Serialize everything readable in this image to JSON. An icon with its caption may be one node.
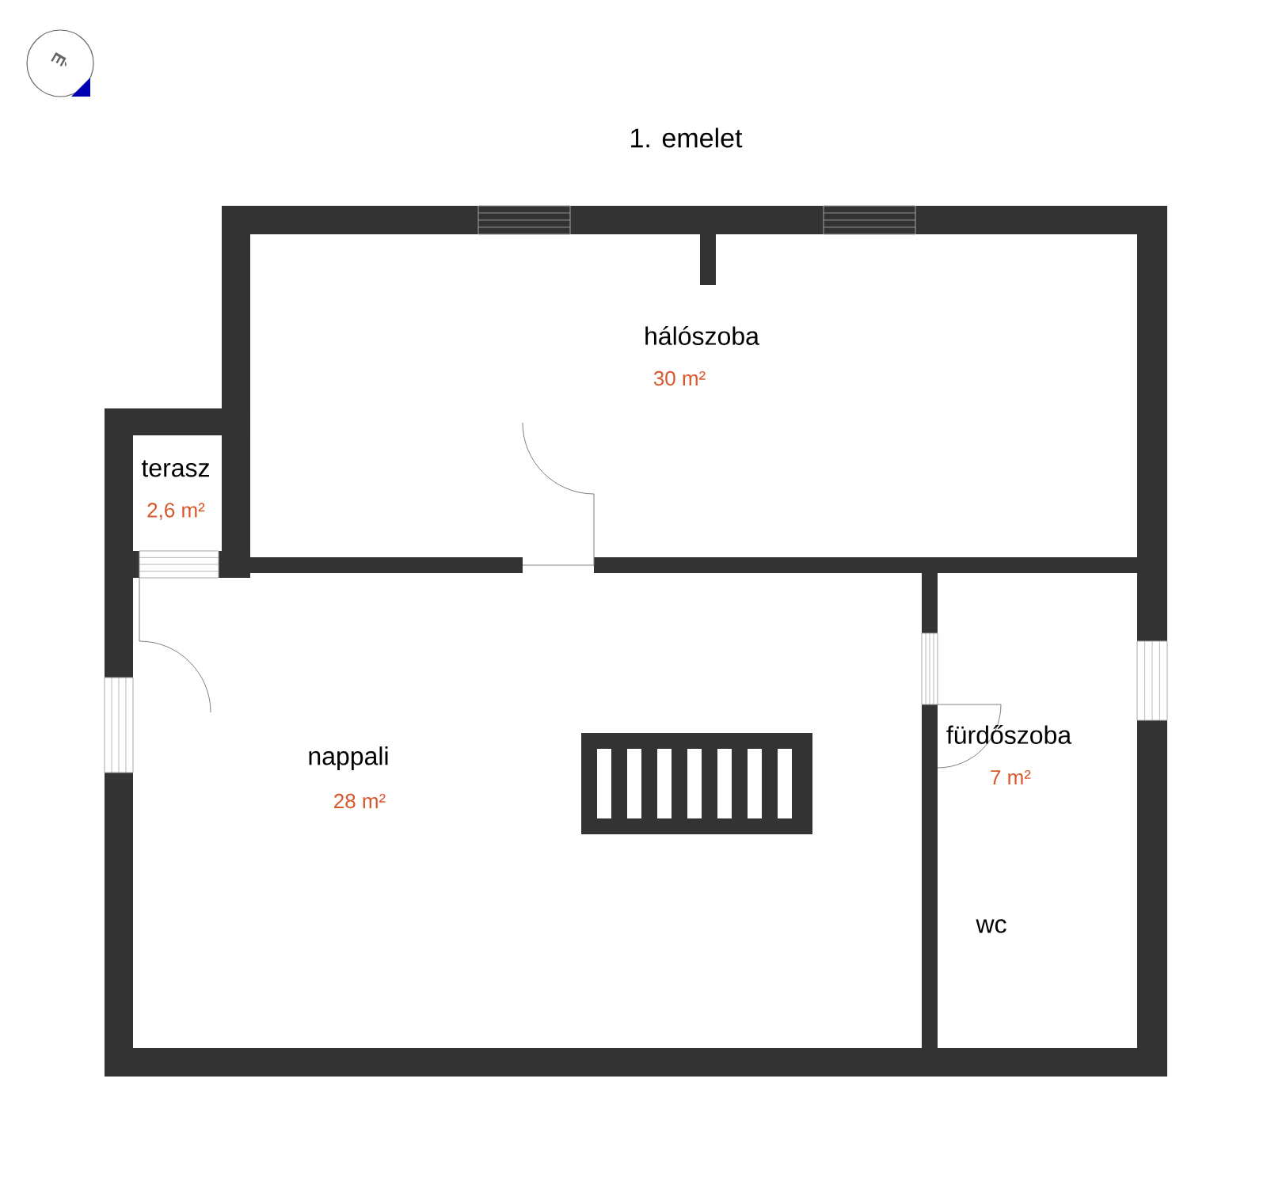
{
  "diagram": {
    "title": "1. emelet",
    "nodes": [
      {
        "text": [
          "hálószoba",
          "30 m²"
        ]
      },
      {
        "text": [
          "terasz",
          "2,6 m²"
        ]
      },
      {
        "text": [
          "nappali",
          "28 m²"
        ]
      },
      {
        "text": [
          "fürdőszoba",
          "7 m²",
          "wc"
        ]
      }
    ],
    "labels": [
      "É"
    ]
  }
}
